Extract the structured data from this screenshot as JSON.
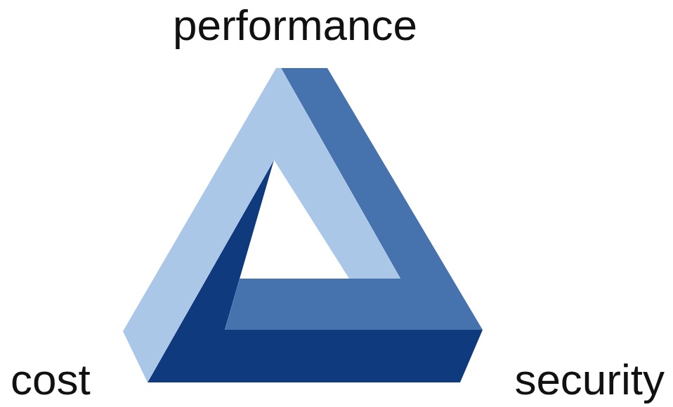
{
  "diagram": {
    "labels": [
      "performance",
      "cost",
      "security"
    ]
  }
}
